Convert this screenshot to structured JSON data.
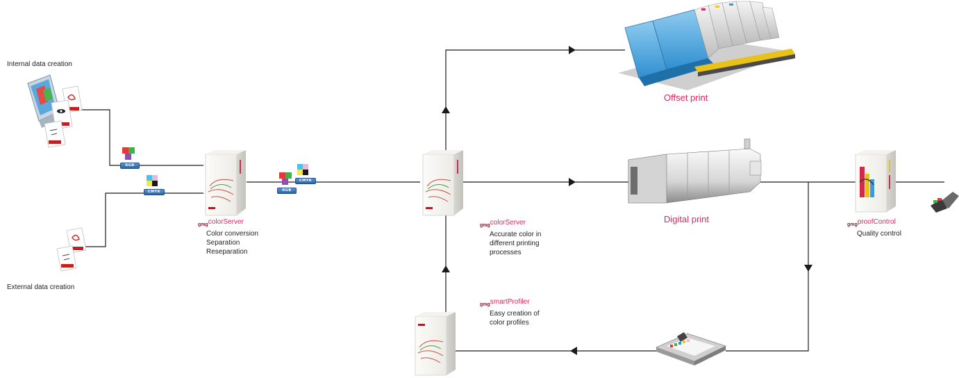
{
  "labels": {
    "internal": "Internal data creation",
    "external": "External data creation",
    "offset": "Offset print",
    "digital": "Digital print"
  },
  "products": [
    {
      "brand": "gmg",
      "name": "colorServer",
      "lines": [
        "Color conversion",
        "Separation",
        "Reseparation"
      ]
    },
    {
      "brand": "gmg",
      "name": "colorServer",
      "lines": [
        "Accurate color in",
        "different printing",
        "processes"
      ]
    },
    {
      "brand": "gmg",
      "name": "smartProfiler",
      "lines": [
        "Easy creation of",
        "color profiles"
      ]
    },
    {
      "brand": "gmg",
      "name": "proofControl",
      "lines": [
        "Quality control"
      ]
    }
  ],
  "badges": {
    "rgb": "RGB",
    "cmyk": "CMYK"
  },
  "colors": {
    "accent": "#e0245e",
    "brand": "#7a1e2a",
    "line": "#1a1a1a",
    "badge_blue": "#2a63a6"
  }
}
